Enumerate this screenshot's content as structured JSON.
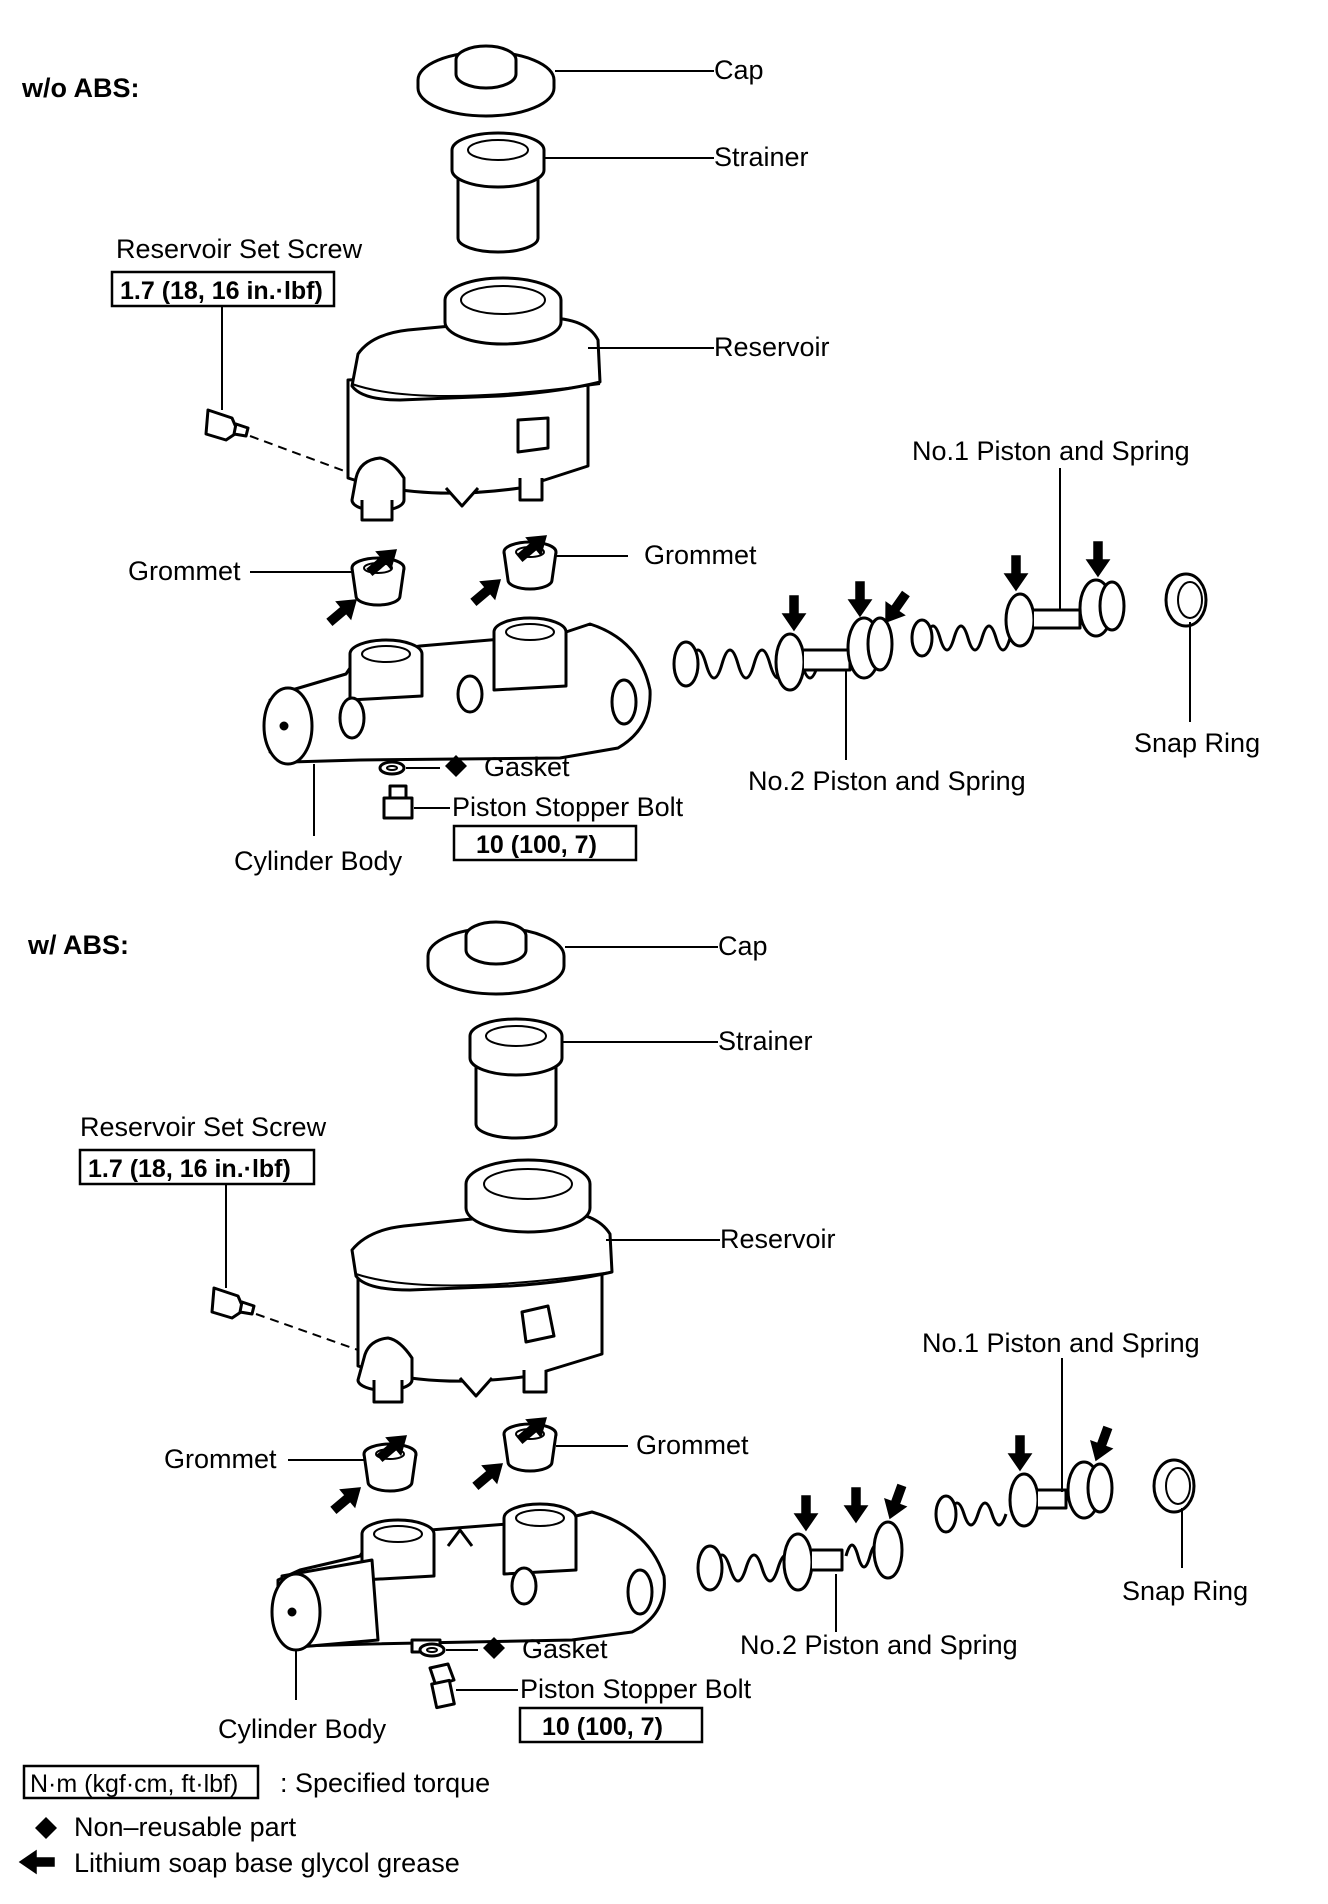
{
  "sections": [
    {
      "title": "w/o ABS:",
      "labels": {
        "cap": "Cap",
        "strainer": "Strainer",
        "reservoir_set_screw": "Reservoir Set Screw",
        "screw_torque": "1.7 (18, 16 in.·lbf)",
        "reservoir": "Reservoir",
        "no1_piston": "No.1 Piston and Spring",
        "grommet_left": "Grommet",
        "grommet_right": "Grommet",
        "snap_ring": "Snap Ring",
        "gasket": "Gasket",
        "no2_piston": "No.2 Piston and Spring",
        "stopper_bolt": "Piston Stopper Bolt",
        "bolt_torque": "10 (100, 7)",
        "cylinder_body": "Cylinder Body"
      }
    },
    {
      "title": "w/ ABS:",
      "labels": {
        "cap": "Cap",
        "strainer": "Strainer",
        "reservoir_set_screw": "Reservoir Set Screw",
        "screw_torque": "1.7 (18, 16 in.·lbf)",
        "reservoir": "Reservoir",
        "no1_piston": "No.1 Piston and Spring",
        "grommet_left": "Grommet",
        "grommet_right": "Grommet",
        "snap_ring": "Snap Ring",
        "gasket": "Gasket",
        "no2_piston": "No.2 Piston and Spring",
        "stopper_bolt": "Piston Stopper Bolt",
        "bolt_torque": "10 (100, 7)",
        "cylinder_body": "Cylinder Body"
      }
    }
  ],
  "legend": {
    "torque_unit": "N·m (kgf·cm, ft·lbf)",
    "torque_desc": ": Specified torque",
    "non_reusable": "Non–reusable part",
    "grease": "Lithium soap base glycol grease"
  },
  "icons": {
    "non_reusable": "black-diamond-icon",
    "grease": "black-arrow-icon"
  }
}
